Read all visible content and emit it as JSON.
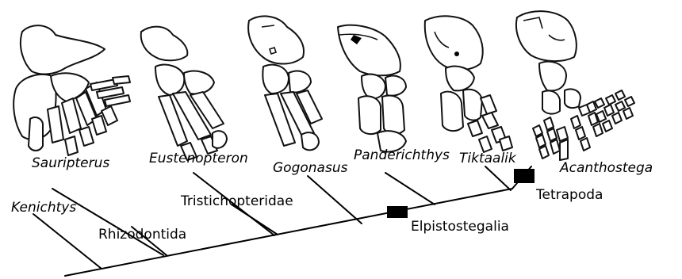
{
  "taxa": {
    "sauripterus": "Sauripterus",
    "eustenopteron": "Eustenopteron",
    "gogonasus": "Gogonasus",
    "panderichthys": "Panderichthys",
    "tiktaalik": "Tiktaalik",
    "acanthostega": "Acanthostega",
    "kenichtys": "Kenichtys"
  },
  "clades": {
    "rhizodontida": "Rhizodontida",
    "tristichopteridae": "Tristichopteridae",
    "elpistostegalia": "Elpistostegalia",
    "tetrapoda": "Tetrapoda"
  },
  "colors": {
    "ink": "#000000",
    "marker": "#000000",
    "background": "#ffffff"
  }
}
